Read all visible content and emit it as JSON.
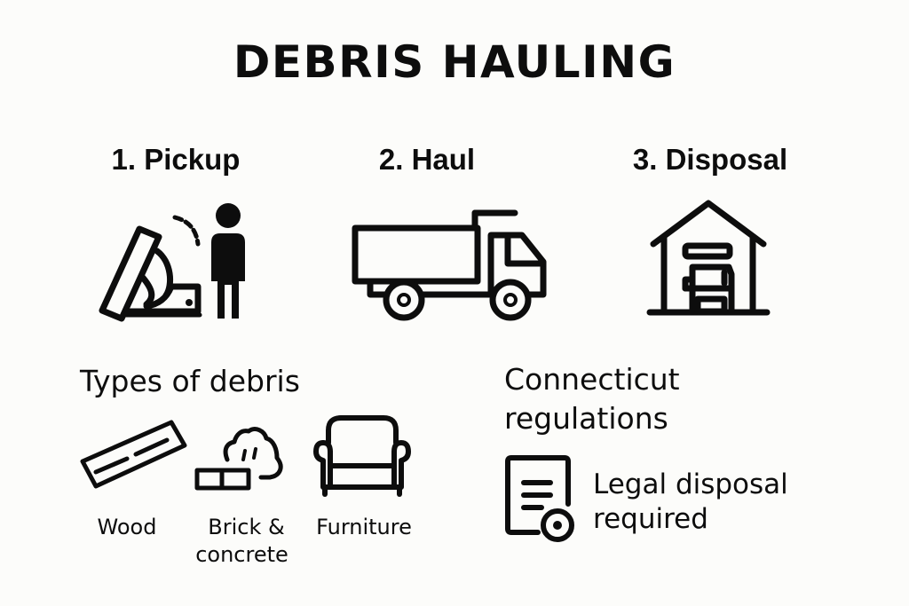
{
  "title": "DEBRIS HAULING",
  "steps": [
    {
      "number": "1.",
      "label": "1. Pickup",
      "icon": "pickup-icon"
    },
    {
      "number": "2.",
      "label": "2. Haul",
      "icon": "dump-truck-icon"
    },
    {
      "number": "3.",
      "label": "3. Disposal",
      "icon": "disposal-facility-icon"
    }
  ],
  "debris_types": {
    "heading": "Types of debris",
    "items": [
      {
        "label": "Wood",
        "icon": "wood-plank-icon"
      },
      {
        "label_line1": "Brick &",
        "label_line2": "concrete",
        "icon": "brick-concrete-icon"
      },
      {
        "label": "Furniture",
        "icon": "armchair-icon"
      }
    ]
  },
  "regulations": {
    "heading_line1": "Connecticut",
    "heading_line2": "regulations",
    "note_line1": "Legal disposal",
    "note_line2": "required",
    "icon": "document-seal-icon"
  },
  "colors": {
    "background": "#fcfcfa",
    "ink": "#0d0d0d"
  }
}
